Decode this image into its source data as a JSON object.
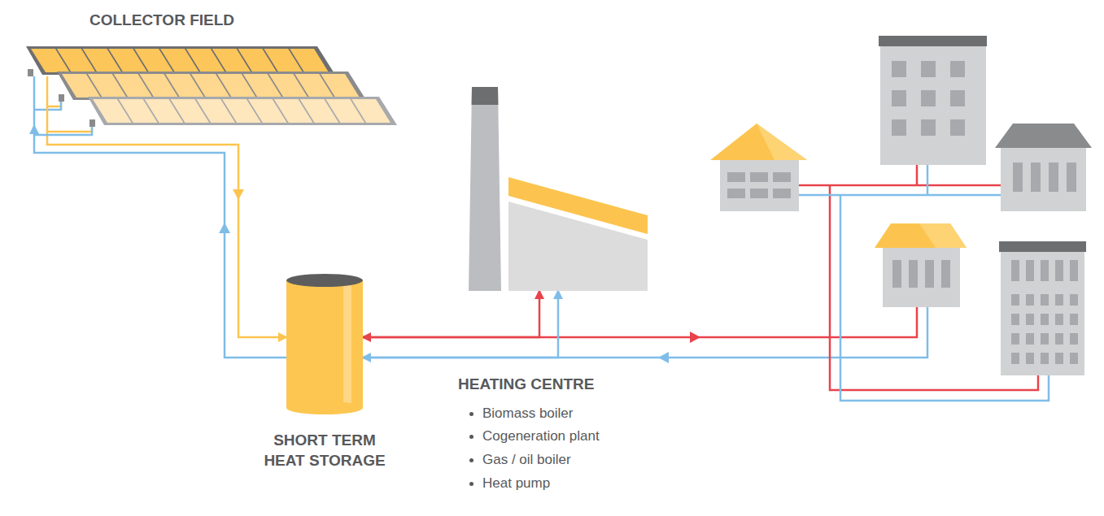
{
  "diagram": {
    "nodes": [
      {
        "text": [
          "COLLECTOR FIELD"
        ]
      },
      {
        "text": [
          "SHORT TERM HEAT STORAGE"
        ]
      },
      {
        "text": [
          "HEATING CENTRE",
          "Biomass boiler",
          "Cogeneration plant",
          "Gas / oil boiler",
          "Heat pump"
        ]
      }
    ],
    "edges": [
      {
        "from": 0,
        "to": 1,
        "arrow": "to"
      },
      {
        "from": 1,
        "to": 0,
        "arrow": "to"
      },
      {
        "from": 2,
        "to": 1,
        "arrow": "both"
      },
      {
        "from": 2,
        "to": 1,
        "arrow": "both"
      }
    ]
  }
}
